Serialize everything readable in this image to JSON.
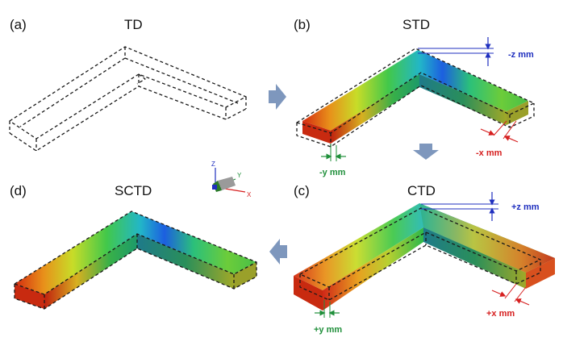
{
  "panels": {
    "a": {
      "label": "(a)",
      "title": "TD"
    },
    "b": {
      "label": "(b)",
      "title": "STD"
    },
    "c": {
      "label": "(c)",
      "title": "CTD"
    },
    "d": {
      "label": "(d)",
      "title": "SCTD"
    }
  },
  "dimensions": {
    "b_z": "-z mm",
    "b_x": "-x mm",
    "b_y": "-y mm",
    "c_z": "+z mm",
    "c_x": "+x mm",
    "c_y": "+y mm"
  },
  "axis_triad": {
    "z": "Z",
    "y": "Y",
    "x": "X"
  },
  "colors": {
    "z_dimension": "#1f2fbf",
    "x_dimension": "#d61f1f",
    "y_dimension": "#1f8f3a",
    "arrow": "#7e97bd"
  }
}
